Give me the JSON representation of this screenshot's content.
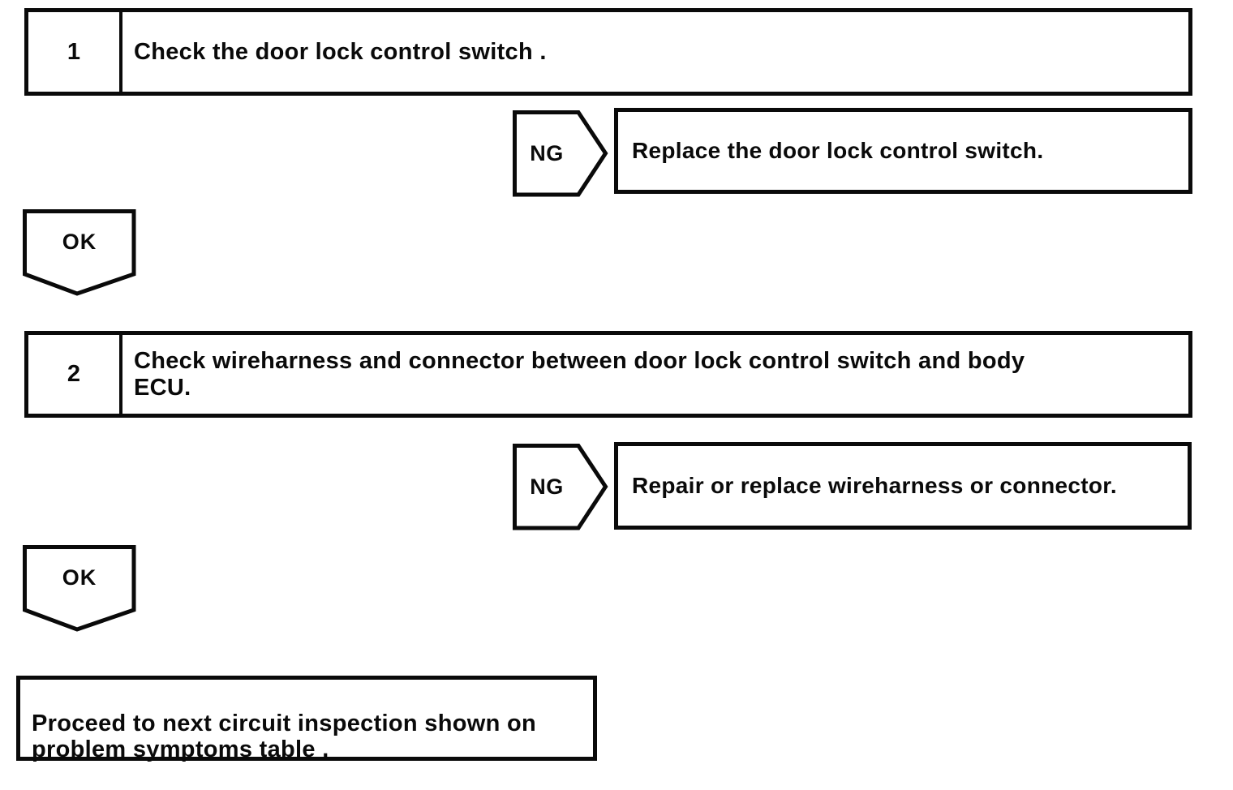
{
  "colors": {
    "ink": "#0a0a0a",
    "paper": "#ffffff"
  },
  "flowchart": {
    "steps": [
      {
        "number": "1",
        "instruction": "Check the door lock control switch .",
        "ng_label": "NG",
        "ng_result": "Replace the door lock control switch.",
        "ok_label": "OK"
      },
      {
        "number": "2",
        "instruction": "Check wireharness and connector between door lock control switch and body\nECU.",
        "ng_label": "NG",
        "ng_result": "Repair or replace wireharness or connector.",
        "ok_label": "OK"
      }
    ],
    "final_action": "Proceed to next circuit inspection shown on\nproblem symptoms table ."
  }
}
